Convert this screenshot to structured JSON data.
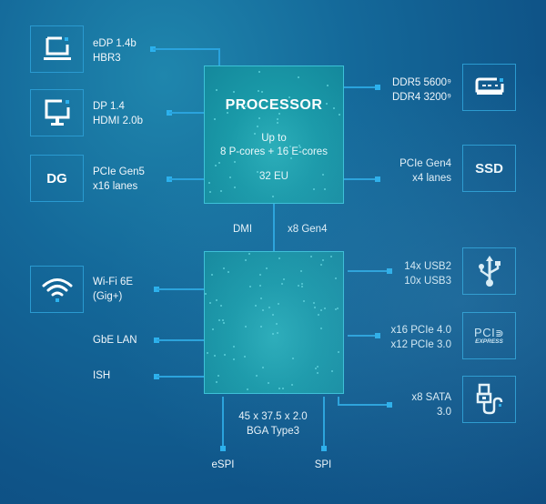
{
  "processor": {
    "title": "PROCESSOR",
    "cores_line1": "Up to",
    "cores_line2": "8 P-cores + 16 E-cores",
    "graphics": "32 EU"
  },
  "interconnect": {
    "dmi": "DMI",
    "lanes": "x8 Gen4"
  },
  "chipset": {
    "package_line1": "45 x 37.5 x 2.0",
    "package_line2": "BGA Type3"
  },
  "left_processor": [
    {
      "icon": "laptop-icon",
      "line1": "eDP 1.4b",
      "line2": "HBR3"
    },
    {
      "icon": "monitor-icon",
      "line1": "DP 1.4",
      "line2": "HDMI 2.0b"
    },
    {
      "icon": "dg-icon",
      "icon_text": "DG",
      "line1": "PCIe Gen5",
      "line2": "x16 lanes"
    }
  ],
  "right_processor": [
    {
      "icon": "memory-device-icon",
      "line1": "DDR5 5600⁹",
      "line2": "DDR4 3200⁹"
    },
    {
      "icon": "ssd-icon",
      "icon_text": "SSD",
      "line1": "PCIe Gen4",
      "line2": "x4 lanes"
    }
  ],
  "left_chipset": [
    {
      "icon": "wifi-icon",
      "line1": "Wi-Fi 6E",
      "line2": "(Gig+)"
    },
    {
      "line1": "GbE LAN"
    },
    {
      "line1": "ISH"
    }
  ],
  "right_chipset": [
    {
      "icon": "usb-icon",
      "line1": "14x USB2",
      "line2": "10x USB3"
    },
    {
      "icon": "pci-express-icon",
      "icon_text_top": "PCI",
      "icon_text_bottom": "EXPRESS",
      "line1": "x16 PCIe 4.0",
      "line2": "x12 PCIe 3.0"
    },
    {
      "icon": "sata-icon",
      "line1": "x8 SATA",
      "line2": "3.0"
    }
  ],
  "bottom_chipset": [
    {
      "line1": "eSPI"
    },
    {
      "line1": "SPI"
    }
  ],
  "colors": {
    "background": "#14699a",
    "accent": "#2bb1ee",
    "chip": "#1a9aa8"
  }
}
